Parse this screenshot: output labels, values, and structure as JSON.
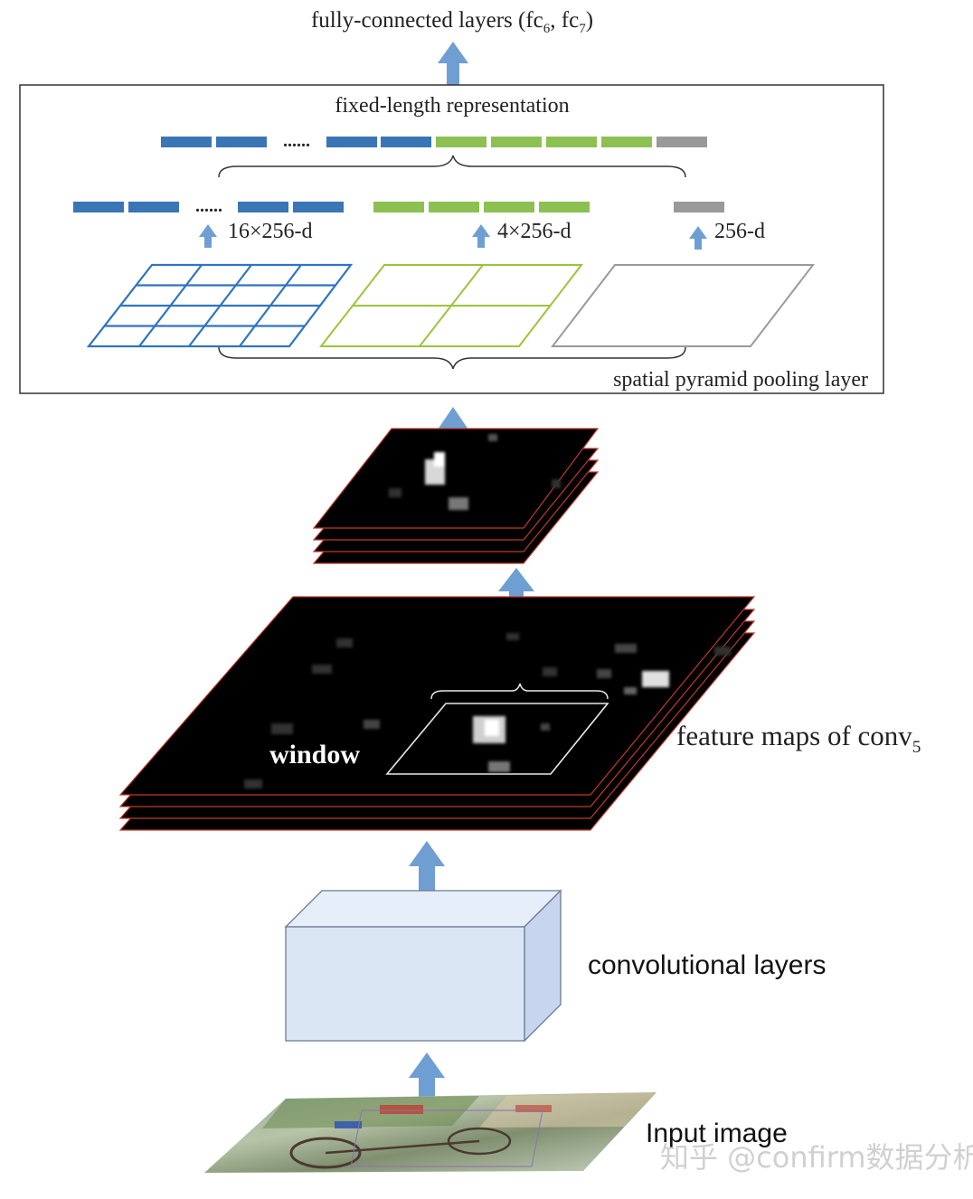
{
  "labels": {
    "fc_main": "fully-connected layers (fc",
    "fc_sub1": "6",
    "fc_mid": ", fc",
    "fc_sub2": "7",
    "fc_end": ")",
    "fixed_length": "fixed-length representation",
    "dots": "......",
    "dim16": "16×256-d",
    "dim4": "4×256-d",
    "dim1": "256-d",
    "spp": "spatial pyramid pooling layer",
    "window": "window",
    "feature_maps": "feature maps of conv",
    "feature_maps_sub": "5",
    "conv_layers": "convolutional layers",
    "input_image": "Input image",
    "watermark": "知乎 @confirm数据分析"
  },
  "colors": {
    "blue_bar": "#3a75b5",
    "green_bar": "#8cc152",
    "gray_bar": "#999999",
    "arrow": "#6f9fd2",
    "grid_blue": "#2e74c0",
    "grid_green": "#9bc43a",
    "grid_gray": "#9a9a9a",
    "feature_map": "#000000",
    "feature_edge": "#c0392b",
    "conv_front": "#dbe6f5",
    "conv_side": "#c7d6ee"
  }
}
